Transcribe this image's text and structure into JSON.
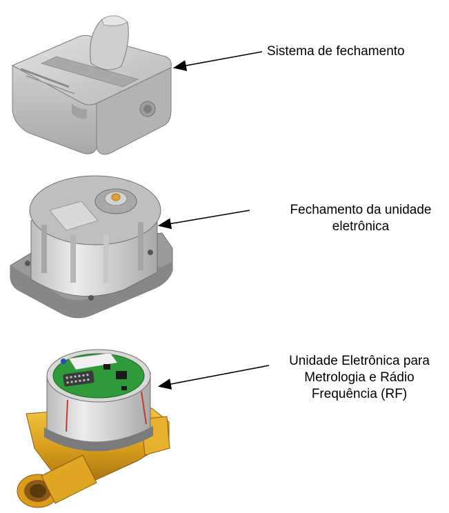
{
  "labels": {
    "closing_system": "Sistema de fechamento",
    "electronic_unit_closure": [
      "Fechamento da unidade",
      "eletrônica"
    ],
    "electronic_unit": [
      "Unidade Eletrônica para",
      "Metrologia e Rádio",
      "Frequência (RF)"
    ]
  },
  "colors": {
    "housing_gray": "#c4c4c4",
    "housing_dark": "#8a8a8a",
    "brass": "#d9a021",
    "pcb_green": "#2e9a3a",
    "arrow": "#000000"
  }
}
